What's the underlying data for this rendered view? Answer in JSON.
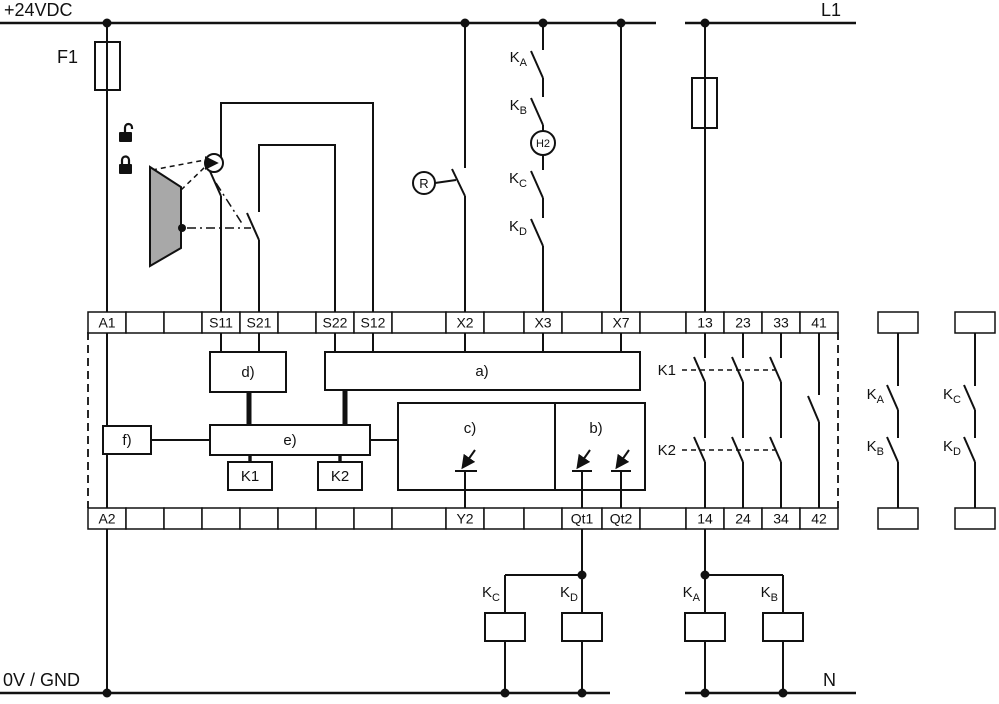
{
  "rails": {
    "top_left": "+24VDC",
    "top_right": "L1",
    "bottom_left": "0V / GND",
    "bottom_right": "N"
  },
  "fuse": {
    "label": "F1"
  },
  "reset": {
    "label": "R"
  },
  "lamp": {
    "label": "H2"
  },
  "terminals": {
    "top": [
      "A1",
      "",
      "",
      "S11",
      "S21",
      "",
      "S22",
      "S12",
      "",
      "X2",
      "",
      "X3",
      "",
      "X7",
      "",
      "13",
      "23",
      "33",
      "41"
    ],
    "bottom": [
      "A2",
      "",
      "",
      "",
      "",
      "",
      "",
      "",
      "",
      "Y2",
      "",
      "",
      "Qt1",
      "Qt2",
      "",
      "14",
      "24",
      "34",
      "42"
    ]
  },
  "blocks": {
    "a": "a)",
    "b": "b)",
    "c": "c)",
    "d": "d)",
    "e": "e)",
    "f": "f)"
  },
  "relays": {
    "k1": "K1",
    "k2": "K2"
  },
  "contacts": {
    "ka": {
      "base": "K",
      "sub": "A"
    },
    "kb": {
      "base": "K",
      "sub": "B"
    },
    "kc": {
      "base": "K",
      "sub": "C"
    },
    "kd": {
      "base": "K",
      "sub": "D"
    }
  }
}
